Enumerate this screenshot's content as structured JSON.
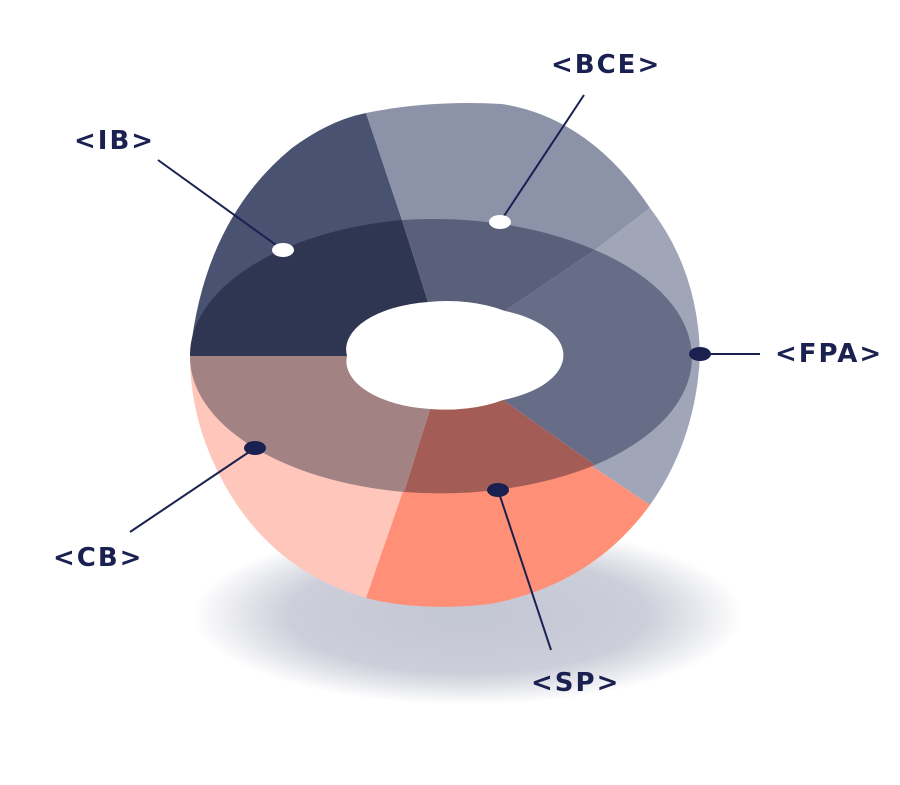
{
  "diagram": {
    "segments": [
      {
        "id": "ib",
        "label": "<IB>",
        "top_color": "#2f3652",
        "side_color": "#4a5272"
      },
      {
        "id": "bce",
        "label": "<BCE>",
        "top_color": "#5a6079",
        "side_color": "#8c92a8"
      },
      {
        "id": "fpa",
        "label": "<FPA>",
        "top_color": "#676c87",
        "side_color": "#a1a5b8"
      },
      {
        "id": "sp",
        "label": "<SP>",
        "top_color": "#a45d56",
        "side_color": "#ff9077"
      },
      {
        "id": "cb",
        "label": "<CB>",
        "top_color": "#a28283",
        "side_color": "#ffc6bb"
      }
    ],
    "colors": {
      "label_text": "#1a2150",
      "leader_line": "#1a2150",
      "marker_dark": "#1a2150",
      "marker_light": "#ffffff",
      "shadow": "#c3c6d3"
    }
  }
}
